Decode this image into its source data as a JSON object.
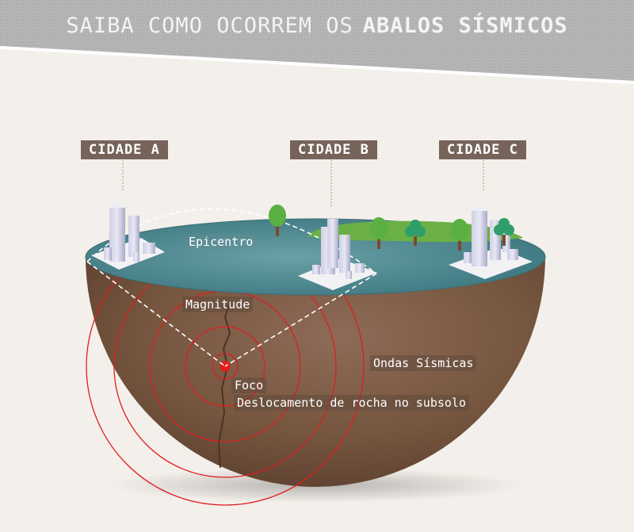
{
  "header": {
    "title_prefix": "SAIBA COMO OCORREM OS",
    "title_bold": "ABALOS SÍSMICOS"
  },
  "cities": [
    {
      "label": "CIDADE A"
    },
    {
      "label": "CIDADE B"
    },
    {
      "label": "CIDADE C"
    }
  ],
  "labels": {
    "epicentro": "Epicentro",
    "magnitude": "Magnitude",
    "foco": "Foco",
    "deslocamento": "Deslocamento de rocha no subsolo",
    "ondas": "Ondas Sísmicas"
  },
  "colors": {
    "header_band": "#b9b9b9",
    "background": "#f3efea",
    "earth": "#7b5a47",
    "water": "#4e8a93",
    "grass": "#6ab045",
    "waves": "#e01e1e",
    "city_tag": "#76645a"
  }
}
